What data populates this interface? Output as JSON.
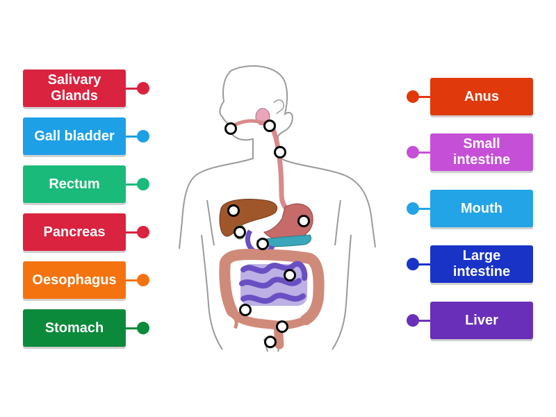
{
  "left_labels": [
    {
      "text": "Salivary\nGlands",
      "color": "#d9233f"
    },
    {
      "text": "Gall bladder",
      "color": "#1ea0e6"
    },
    {
      "text": "Rectum",
      "color": "#1aba7a"
    },
    {
      "text": "Pancreas",
      "color": "#d9233f"
    },
    {
      "text": "Oesophagus",
      "color": "#f4730f"
    },
    {
      "text": "Stomach",
      "color": "#0a8a3a"
    }
  ],
  "right_labels": [
    {
      "text": "Anus",
      "color": "#e0390c"
    },
    {
      "text": "Small\nintestine",
      "color": "#c64fd8"
    },
    {
      "text": "Mouth",
      "color": "#22a4e6"
    },
    {
      "text": "Large\nintestine",
      "color": "#1a33c7"
    },
    {
      "text": "Liver",
      "color": "#6a2fb8"
    }
  ],
  "colors": {
    "body_outline": "#9a9a9a",
    "oesophagus": "#d98a8a",
    "stomach": "#c76a6a",
    "liver": "#a0562b",
    "gall_bladder": "#8aa84a",
    "pancreas": "#3aa6b9",
    "small_intestine": "#6b4fc4",
    "large_intestine": "#d08a7a",
    "salivary_gland": "#e7a6b9",
    "pin_fill": "#ffffff",
    "pin_border": "#000000"
  },
  "icons": [
    "human-torso-illustration",
    "drop-target-pin"
  ]
}
